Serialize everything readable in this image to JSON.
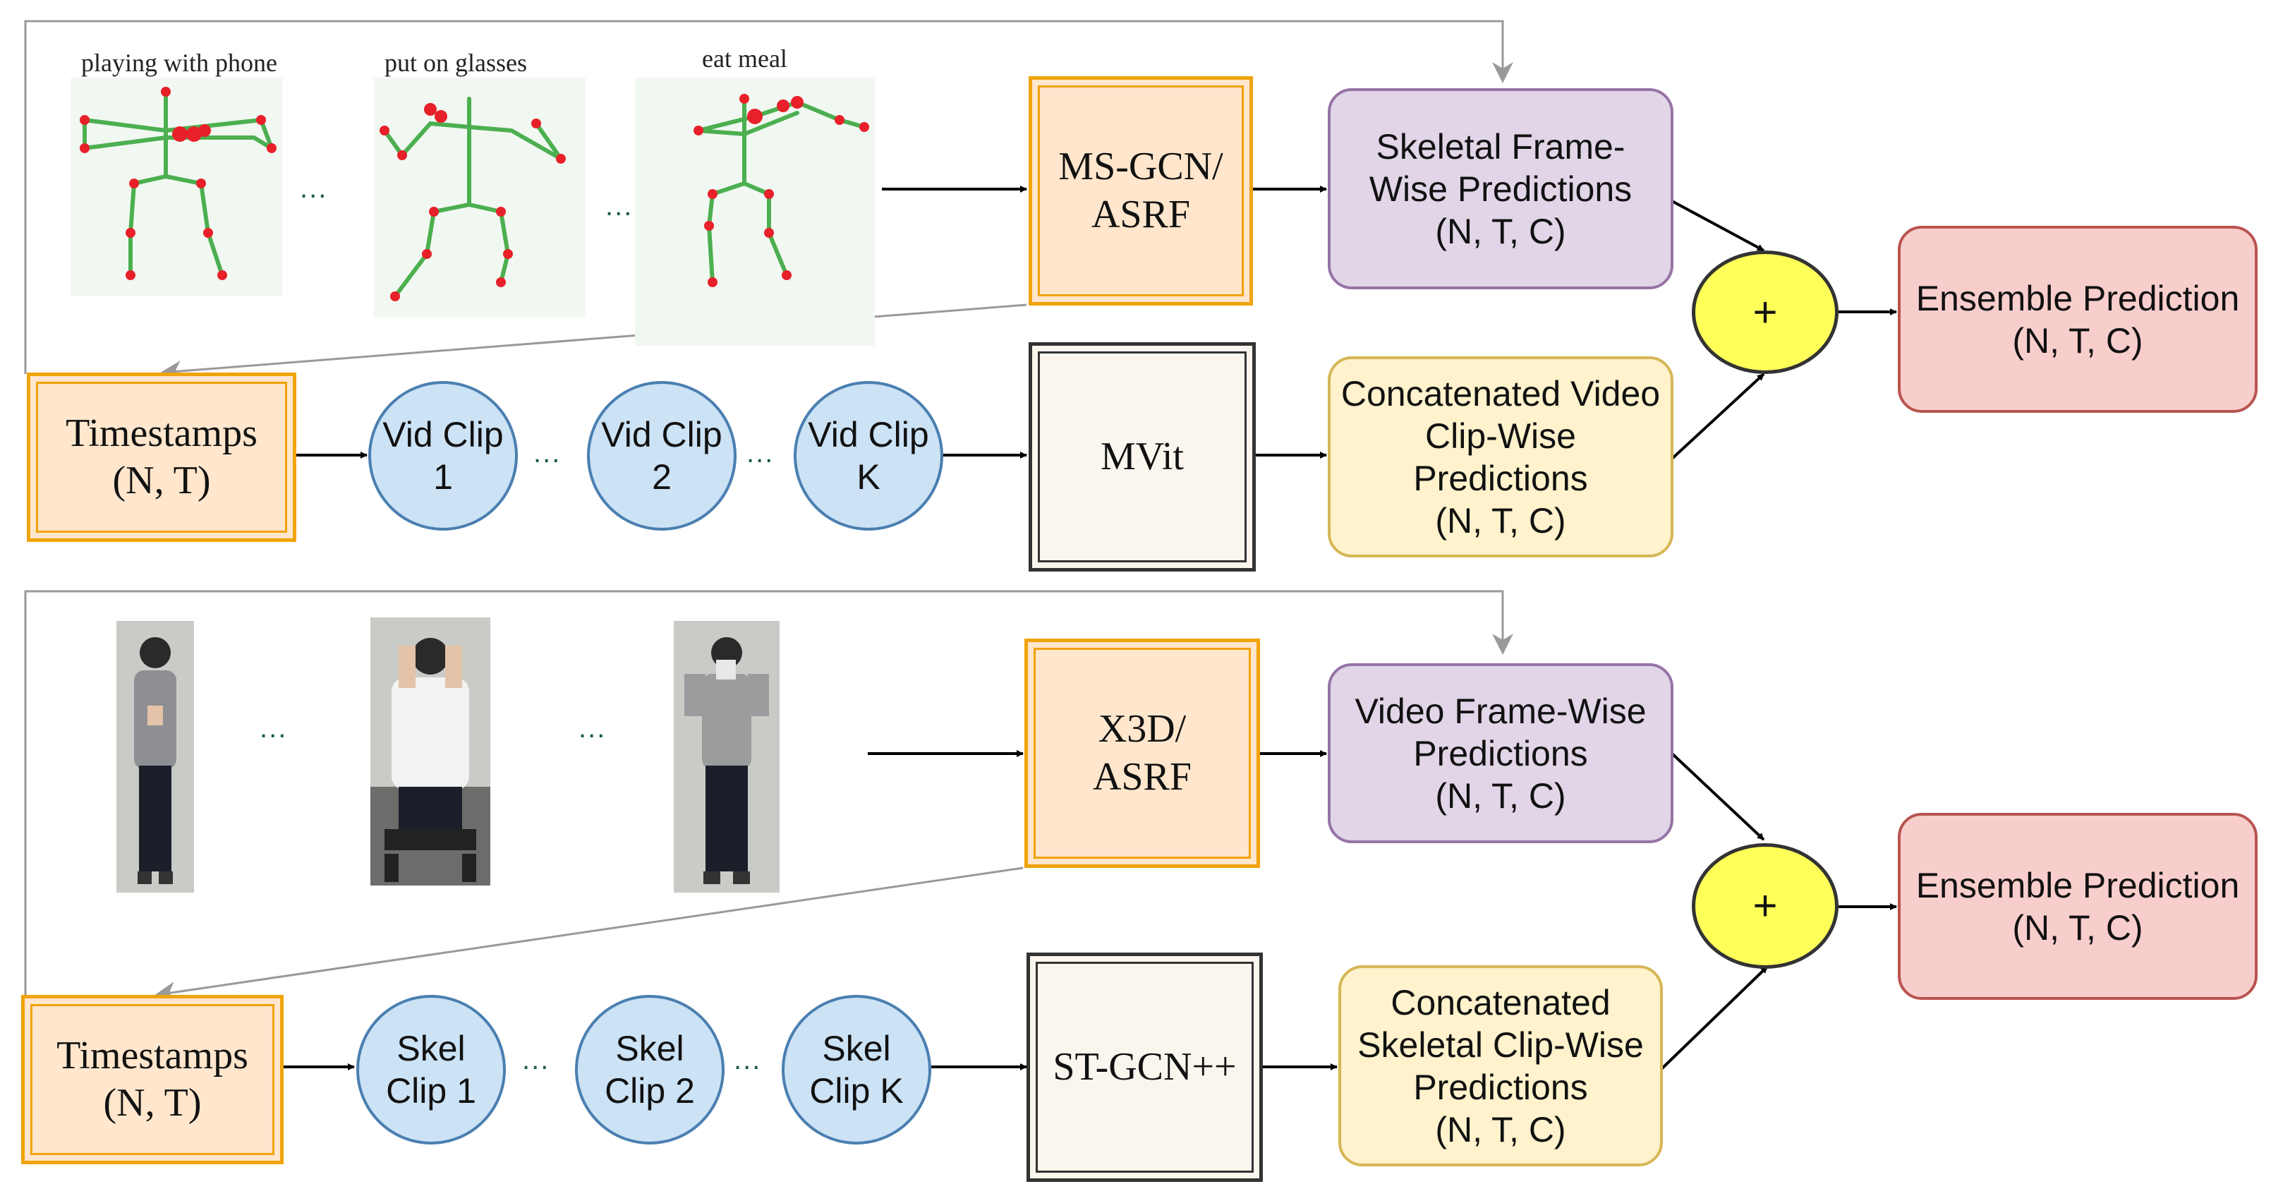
{
  "top": {
    "actions": [
      "playing with phone",
      "put on glasses",
      "eat meal"
    ],
    "ellipsis": "...",
    "model_main": "MS-GCN/\nASRF",
    "pred_main": "Skeletal Frame-\nWise Predictions\n(N, T, C)",
    "timestamps": "Timestamps\n(N, T)",
    "clips": [
      "Vid Clip\n1",
      "Vid Clip\n2",
      "Vid Clip\nK"
    ],
    "model_clip": "MVit",
    "pred_clip": "Concatenated Video\nClip-Wise\nPredictions\n(N, T, C)",
    "plus": "+",
    "ensemble": "Ensemble Prediction\n(N, T, C)"
  },
  "bottom": {
    "ellipsis": "...",
    "model_main": "X3D/\nASRF",
    "pred_main": "Video Frame-Wise\nPredictions\n(N, T, C)",
    "timestamps": "Timestamps\n(N, T)",
    "clips": [
      "Skel\nClip 1",
      "Skel\nClip 2",
      "Skel\nClip K"
    ],
    "model_clip": "ST-GCN++",
    "pred_clip": "Concatenated\nSkeletal Clip-Wise\nPredictions\n(N, T, C)",
    "plus": "+",
    "ensemble": "Ensemble Prediction\n(N, T, C)"
  },
  "colors": {
    "orange_fill": "#ffe6cc",
    "orange_border": "#f0a30a",
    "purple_fill": "#e1d5e7",
    "purple_border": "#9673a6",
    "yellow_fill": "#fff2cc",
    "yellow_border": "#d6b656",
    "red_fill": "#f8cecc",
    "red_border": "#b85450",
    "clip_fill": "#cce2f5",
    "clip_border": "#4a7fb0",
    "plus_fill": "#ffff5a",
    "skeleton_bone": "#4caf50",
    "skeleton_joint": "#e8202a"
  }
}
